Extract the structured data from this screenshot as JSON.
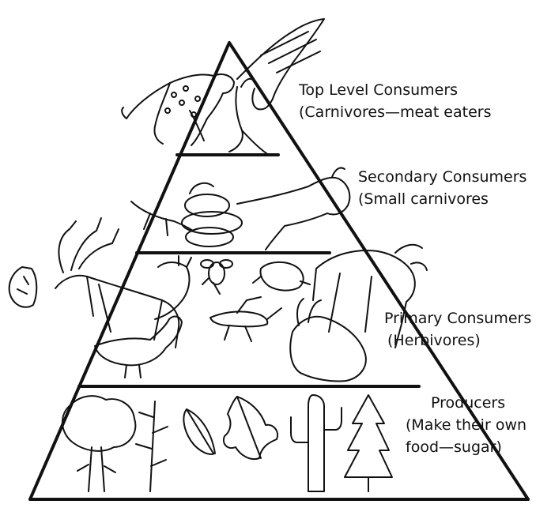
{
  "levels": [
    {
      "title": "Top Level Consumers",
      "subtitle": "(Carnivores—meat eaters"
    },
    {
      "title": "Secondary Consumers",
      "subtitle": "(Small carnivores"
    },
    {
      "title": "Primary Consumers",
      "subtitle": "(Herbivores)"
    },
    {
      "title": "Producers",
      "subtitle_line1": "(Make their own",
      "subtitle_line2": "food—sugar)"
    }
  ],
  "colors": {
    "ink": "#111111",
    "background": "#ffffff"
  },
  "illustrations": {
    "top": [
      "leopard-icon",
      "eagle-icon",
      "rabbit-icon"
    ],
    "secondary": [
      "snake-icon",
      "lizard-icon",
      "weasel-icon",
      "frog-icon"
    ],
    "primary": [
      "deer-icon",
      "doe-icon",
      "butterfly-icon",
      "fly-icon",
      "grasshopper-icon",
      "duck-icon",
      "rabbit-icon",
      "wildebeest-icon"
    ],
    "producers": [
      "tree-icon",
      "plant-icon",
      "leaf-icon",
      "oak-leaf-icon",
      "cactus-icon",
      "pine-tree-icon"
    ]
  }
}
